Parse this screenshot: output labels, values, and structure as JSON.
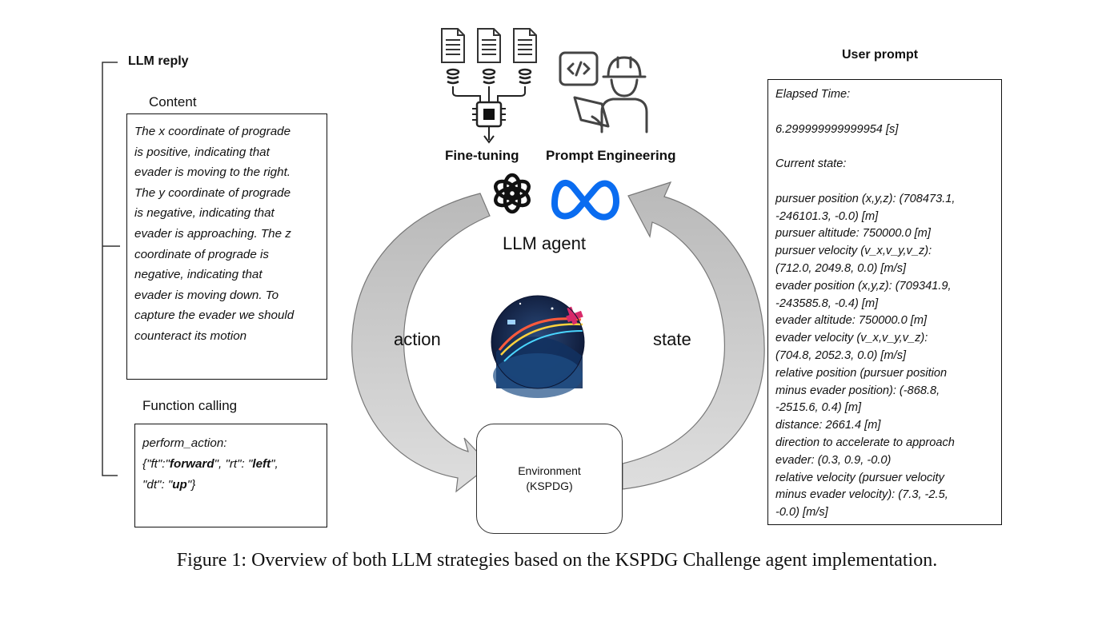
{
  "left": {
    "llm_reply_label": "LLM reply",
    "content_label": "Content",
    "content_lines": [
      "The x coordinate of prograde",
      "is positive, indicating that",
      "evader is moving to the right.",
      "The y coordinate of prograde",
      "is negative, indicating that",
      "evader is approaching. The z",
      "coordinate of prograde is",
      "negative, indicating that",
      "evader is moving down. To",
      "capture the evader we should",
      "counteract its motion"
    ],
    "function_label": "Function calling",
    "function_line1": "perform_action:",
    "fc": {
      "open": "{\"ft\":\"",
      "forward": "forward",
      "mid1": "\", \"rt\": \"",
      "left": "left",
      "mid2": "\",",
      "dt_prefix": "\"dt\": \"",
      "up": "up",
      "close": "\"}"
    }
  },
  "center": {
    "finetuning_label": "Fine-tuning",
    "prompt_eng_label": "Prompt Engineering",
    "agent_label": "LLM agent",
    "action_label": "action",
    "state_label": "state",
    "env_line1": "Environment",
    "env_line2": "(KSPDG)"
  },
  "right": {
    "user_prompt_label": "User prompt",
    "prompt_lines": [
      "Elapsed Time:",
      "",
      "6.299999999999954 [s]",
      "",
      "Current state:",
      "",
      "pursuer position (x,y,z): (708473.1,",
      "-246101.3, -0.0) [m]",
      "pursuer altitude: 750000.0 [m]",
      "pursuer velocity (v_x,v_y,v_z):",
      "(712.0, 2049.8, 0.0) [m/s]",
      "evader position (x,y,z): (709341.9,",
      "-243585.8, -0.4) [m]",
      "evader altitude: 750000.0 [m]",
      "evader velocity (v_x,v_y,v_z):",
      "(704.8, 2052.3, 0.0) [m/s]",
      "relative position (pursuer position",
      "minus evader position): (-868.8,",
      "-2515.6, 0.4) [m]",
      "distance: 2661.4 [m]",
      "direction to accelerate to approach",
      "evader: (0.3, 0.9, -0.0)",
      "relative velocity (pursuer velocity",
      "minus evader velocity): (7.3, -2.5,",
      "-0.0) [m/s]"
    ]
  },
  "caption": "Figure 1: Overview of both LLM strategies based on the KSPDG Challenge agent implementation."
}
